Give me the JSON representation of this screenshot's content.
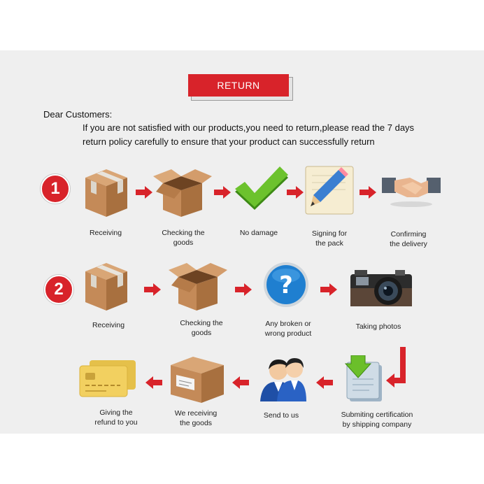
{
  "title": "RETURN",
  "greeting": "Dear Customers:",
  "intro_line1": "If you are not satisfied with our products,you need to return,please read the 7 days",
  "intro_line2": "return policy carefully to ensure that your product can successfully return",
  "step1": {
    "number": "1",
    "items": [
      {
        "icon": "taped-box-icon",
        "line1": "Receiving",
        "line2": ""
      },
      {
        "icon": "open-box-icon",
        "line1": "Checking the",
        "line2": "goods"
      },
      {
        "icon": "green-check-icon",
        "line1": "No damage",
        "line2": ""
      },
      {
        "icon": "pencil-paper-icon",
        "line1": "Signing for",
        "line2": "the pack"
      },
      {
        "icon": "handshake-icon",
        "line1": "Confirming",
        "line2": "the delivery"
      }
    ]
  },
  "step2": {
    "number": "2",
    "row1": [
      {
        "icon": "taped-box-icon",
        "line1": "Receiving",
        "line2": ""
      },
      {
        "icon": "open-box-icon",
        "line1": "Checking the",
        "line2": "goods"
      },
      {
        "icon": "question-globe-icon",
        "line1": "Any broken or",
        "line2": "wrong product"
      },
      {
        "icon": "camera-icon",
        "line1": "Taking photos",
        "line2": ""
      }
    ],
    "row2": [
      {
        "icon": "bank-card-icon",
        "line1": "Giving the",
        "line2": "refund to you"
      },
      {
        "icon": "shipping-box-icon",
        "line1": "We receiving",
        "line2": "the goods"
      },
      {
        "icon": "support-agents-icon",
        "line1": "Send to us",
        "line2": ""
      },
      {
        "icon": "download-document-icon",
        "line1": "Submiting certification",
        "line2": "by shipping company"
      }
    ]
  },
  "colors": {
    "accent": "#d8232a",
    "panel": "#efefef",
    "box": "#c48a58",
    "check": "#5fb82a"
  }
}
